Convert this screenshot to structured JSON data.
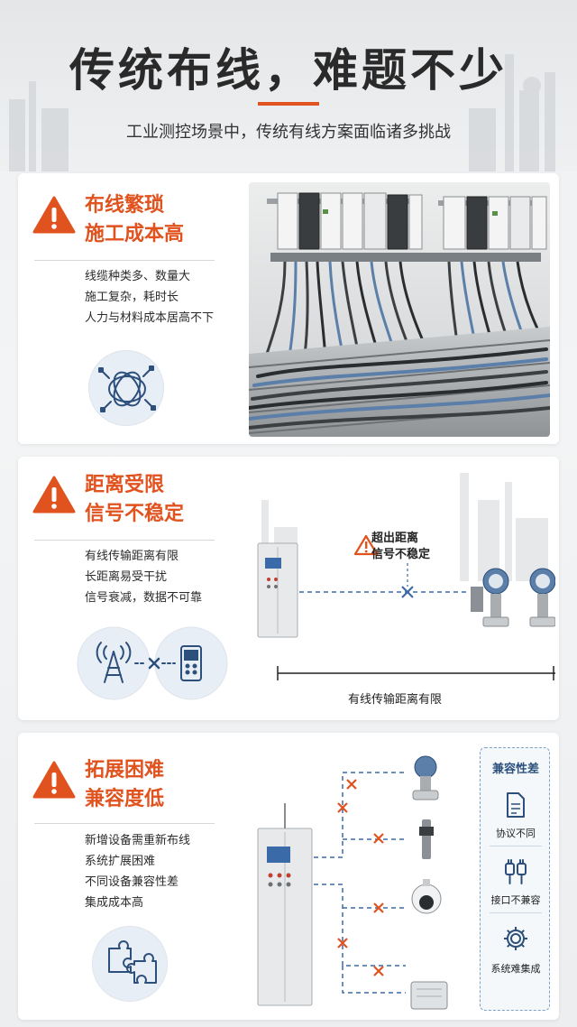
{
  "header": {
    "title": "传统布线，难题不少",
    "subtitle": "工业测控场景中，传统有线方案面临诸多挑战"
  },
  "colors": {
    "accent": "#e0531f",
    "line_blue": "#3b6aa8",
    "text_dark": "#2a2a2a",
    "compat_blue": "#2c4f7c"
  },
  "cards": [
    {
      "title_line1": "布线繁琐",
      "title_line2": "施工成本高",
      "bullets": [
        "线缆种类多、数量大",
        "施工复杂，耗时长",
        "人力与材料成本居高不下"
      ],
      "icon": "tangled-cable-icon"
    },
    {
      "title_line1": "距离受限",
      "title_line2": "信号不稳定",
      "bullets": [
        "有线传输距离有限",
        "长距离易受干扰",
        "信号衰减，数据不可靠"
      ],
      "icon": "tower-to-device-icon",
      "diagram": {
        "warning_line1": "超出距离",
        "warning_line2": "信号不稳定",
        "distance_label": "有线传输距离有限"
      }
    },
    {
      "title_line1": "拓展困难",
      "title_line2": "兼容度低",
      "bullets": [
        "新增设备需重新布线",
        "系统扩展困难",
        "不同设备兼容性差",
        "集成成本高"
      ],
      "icon": "puzzle-icon",
      "compat": {
        "title": "兼容性差",
        "items": [
          "协议不同",
          "接口不兼容",
          "系统难集成"
        ]
      }
    }
  ]
}
